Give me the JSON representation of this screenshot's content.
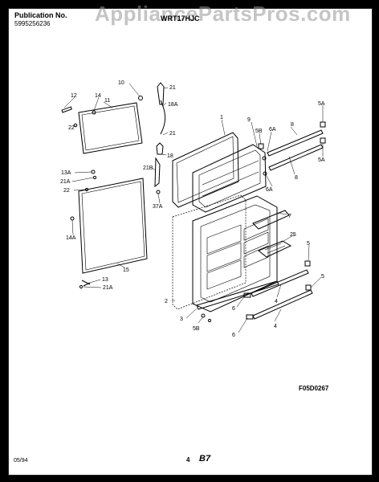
{
  "header": {
    "publication_label": "Publication No.",
    "publication_number": "5995256236",
    "model_number": "WRT17HJC"
  },
  "watermark": "AppliancePartsPros.com",
  "diagram_id": "F05D0267",
  "footer": {
    "date": "05/94",
    "page_number": "4",
    "section_code": "B7"
  },
  "callouts": [
    "10",
    "21",
    "18A",
    "21",
    "18",
    "21B",
    "37A",
    "12",
    "14",
    "11",
    "22",
    "13A",
    "21A",
    "22",
    "14A",
    "15",
    "13",
    "21A",
    "1",
    "9",
    "5B",
    "6A",
    "8",
    "5A",
    "5A",
    "8",
    "6A",
    "7",
    "2",
    "25",
    "5",
    "4",
    "6",
    "3",
    "5B",
    "5",
    "4",
    "6"
  ]
}
